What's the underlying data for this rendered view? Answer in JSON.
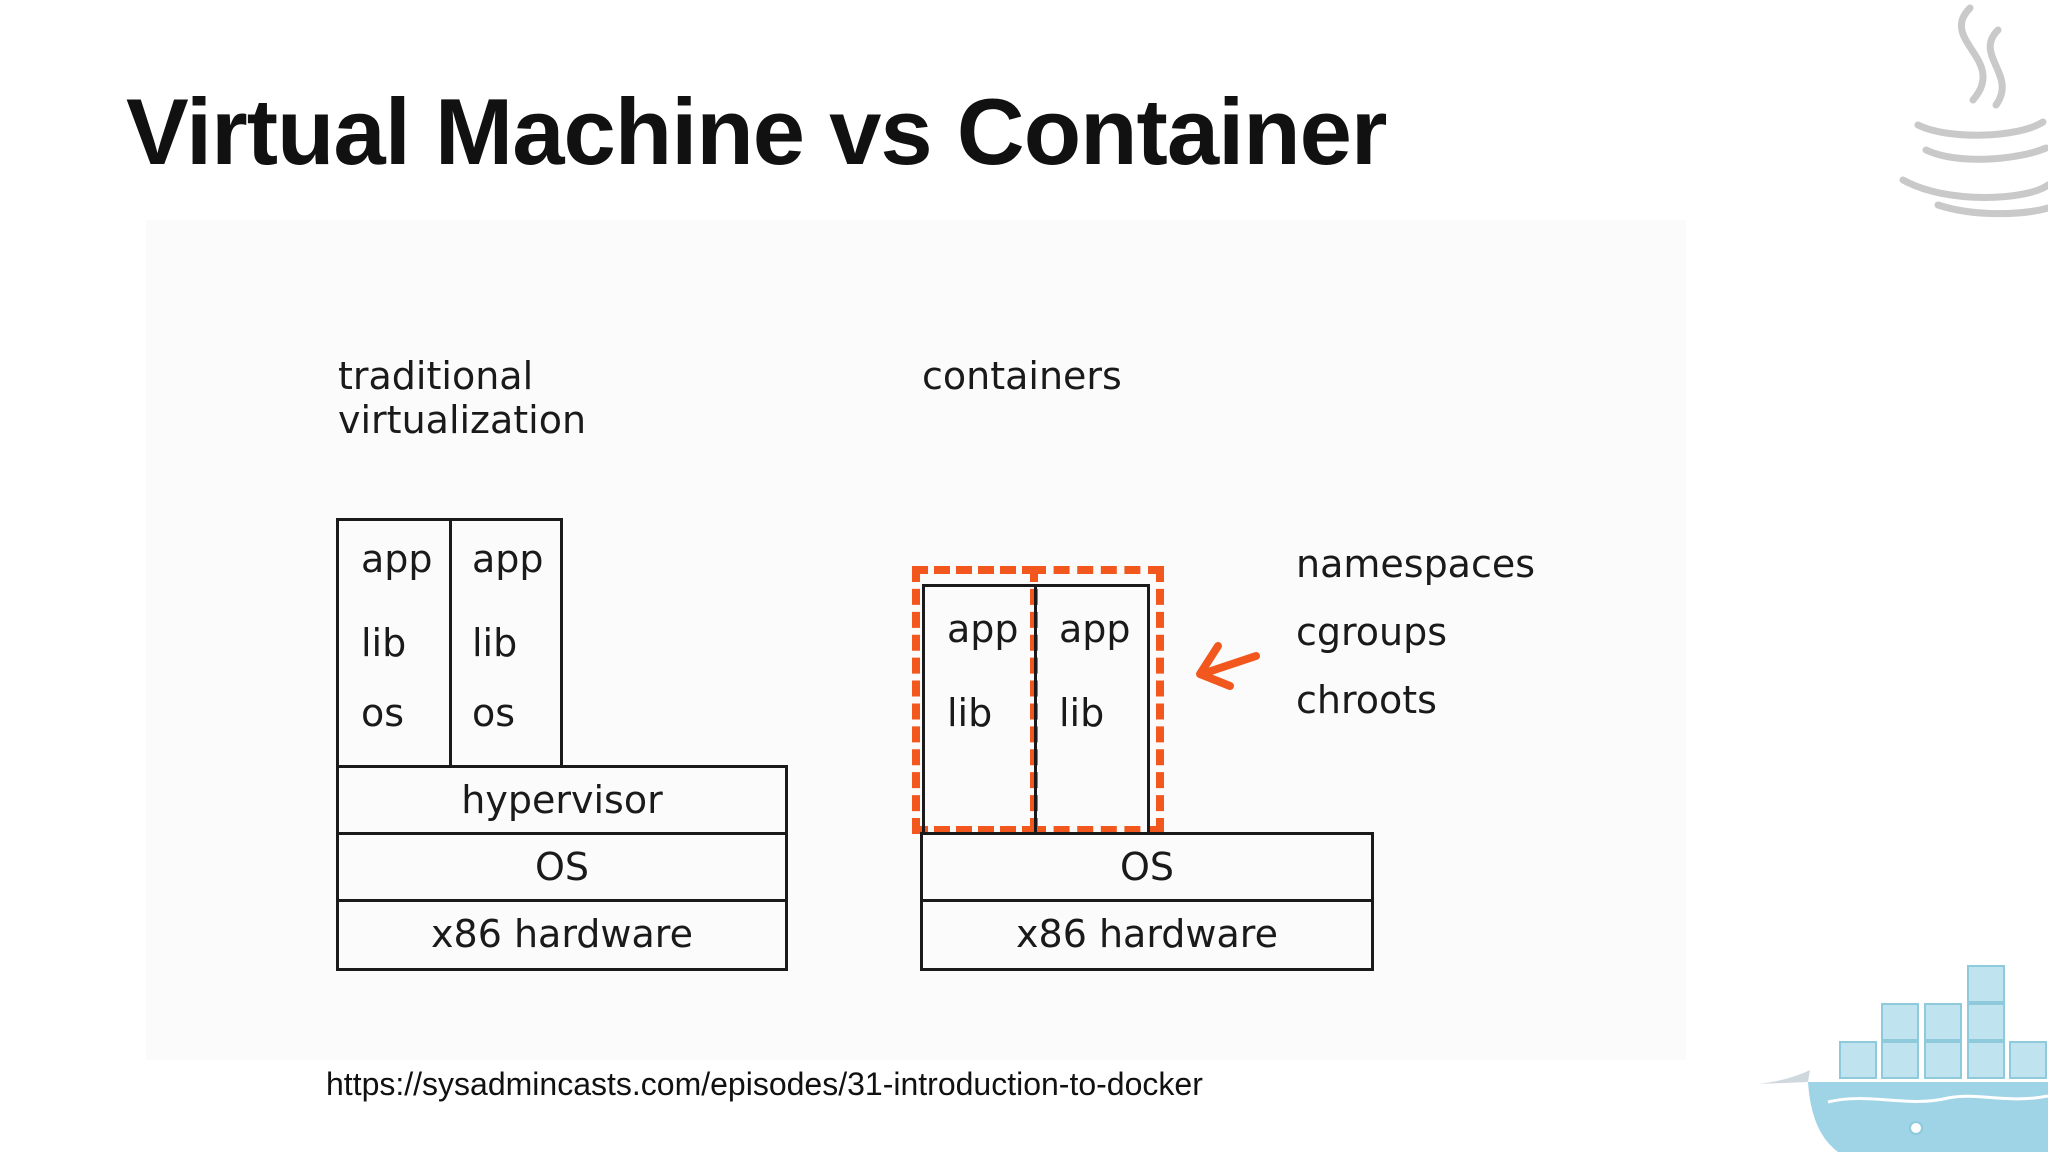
{
  "slide": {
    "title": "Virtual Machine vs Container",
    "source_url": "https://sysadmincasts.com/episodes/31-introduction-to-docker"
  },
  "traditional": {
    "heading_line1": "traditional",
    "heading_line2": "virtualization",
    "vm1": {
      "app": "app",
      "lib": "lib",
      "os": "os"
    },
    "vm2": {
      "app": "app",
      "lib": "lib",
      "os": "os"
    },
    "hypervisor": "hypervisor",
    "host_os": "OS",
    "hardware": "x86 hardware"
  },
  "containers": {
    "heading": "containers",
    "c1": {
      "app": "app",
      "lib": "lib"
    },
    "c2": {
      "app": "app",
      "lib": "lib"
    },
    "host_os": "OS",
    "hardware": "x86 hardware",
    "features": [
      "namespaces",
      "cgroups",
      "chroots"
    ]
  },
  "colors": {
    "accent": "#f2581e",
    "ink": "#1a1a1a",
    "docker_blue": "#9fd3e6"
  },
  "icons": {
    "top_right": "java-logo-icon",
    "bottom_right": "docker-whale-icon"
  }
}
